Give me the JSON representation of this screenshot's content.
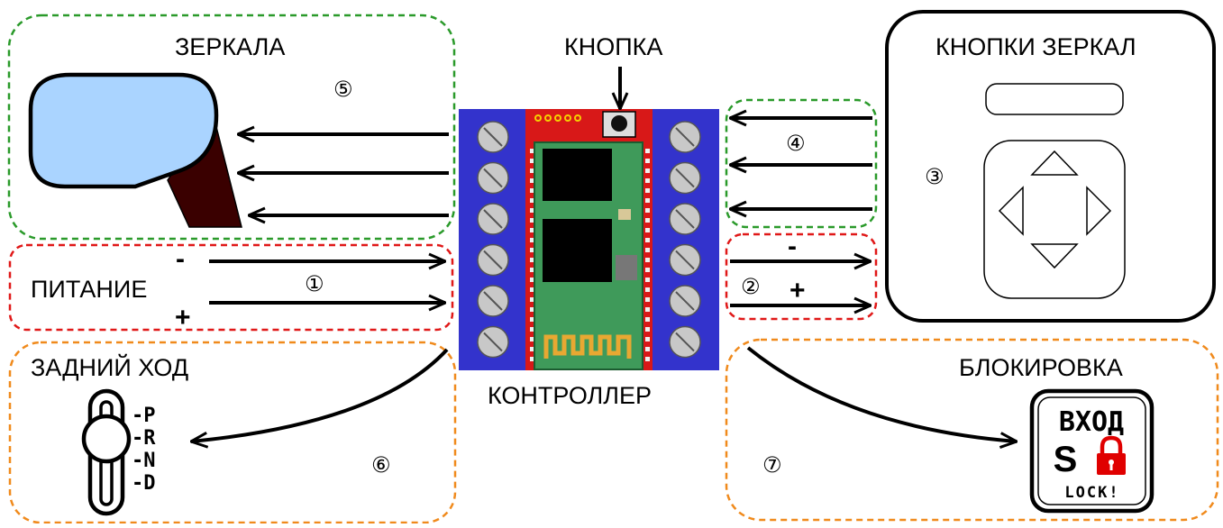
{
  "labels": {
    "mirrors": "ЗЕРКАЛА",
    "button": "КНОПКА",
    "mirror_buttons": "КНОПКИ ЗЕРКАЛ",
    "power": "ПИТАНИЕ",
    "reverse": "ЗАДНИЙ ХОД",
    "controller": "КОНТРОЛЛЕР",
    "lock": "БЛОКИРОВКА"
  },
  "markers": {
    "m1": "①",
    "m2": "②",
    "m3": "③",
    "m4": "④",
    "m5": "⑤",
    "m6": "⑥",
    "m7": "⑦"
  },
  "signs": {
    "power_minus": "-",
    "power_plus": "+",
    "out_minus": "-",
    "out_plus": "+"
  },
  "gear_positions": [
    "-P",
    "-R",
    "-N",
    "-D"
  ],
  "lock_badge": {
    "top": "ВХОД",
    "letter": "S",
    "bottom": "LOCK!"
  },
  "colors": {
    "green_group": "#2a9a2a",
    "red_group": "#e01818",
    "orange_group": "#f08a1c",
    "terminal_blue": "#3333cc",
    "pcb_red": "#d81818",
    "module_green": "#3f9a5a",
    "mirror_blue": "#aad4ff",
    "mirror_stem": "#3a0000",
    "lock_red": "#e00000"
  }
}
